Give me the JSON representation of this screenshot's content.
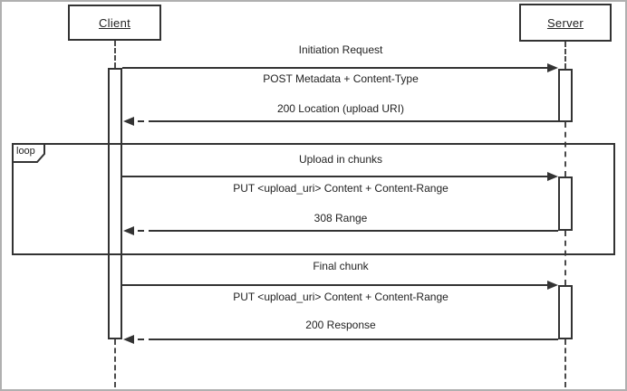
{
  "diagram": {
    "type": "uml-sequence",
    "actors": {
      "client": "Client",
      "server": "Server"
    },
    "loop_label": "loop",
    "sections": [
      {
        "title": "Initiation Request",
        "request": "POST Metadata + Content-Type",
        "response": "200 Location (upload URI)"
      },
      {
        "title": "Upload in chunks",
        "request": "PUT <upload_uri> Content + Content-Range",
        "response": "308 Range"
      },
      {
        "title": "Final chunk",
        "request": "PUT <upload_uri> Content + Content-Range",
        "response": "200 Response"
      }
    ],
    "colors": {
      "line": "#333333",
      "frame_border": "#b0b0b0",
      "background": "#ffffff"
    }
  }
}
